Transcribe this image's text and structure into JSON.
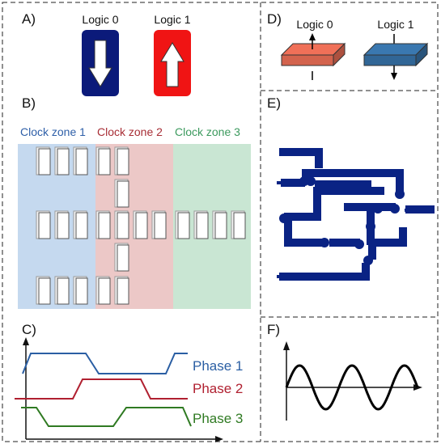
{
  "panels": {
    "a": "A)",
    "b": "B)",
    "c": "C)",
    "d": "D)",
    "e": "E)",
    "f": "F)"
  },
  "panel_a": {
    "logic0_label": "Logic 0",
    "logic1_label": "Logic 1",
    "logic0_color": "#0b1a7a",
    "logic1_color": "#f01414"
  },
  "panel_b": {
    "zones": [
      {
        "label": "Clock zone 1",
        "color": "#2e5fa8",
        "bg": "#c5d9ef"
      },
      {
        "label": "Clock zone 2",
        "color": "#a82e36",
        "bg": "#ecc8c7"
      },
      {
        "label": "Clock zone 3",
        "color": "#3c9a5e",
        "bg": "#c9e6d3"
      }
    ]
  },
  "panel_c": {
    "phases": [
      {
        "label": "Phase 1",
        "color": "#2a5ea3"
      },
      {
        "label": "Phase 2",
        "color": "#b02030"
      },
      {
        "label": "Phase 3",
        "color": "#2f7a22"
      }
    ]
  },
  "panel_d": {
    "logic0_label": "Logic 0",
    "logic1_label": "Logic 1",
    "logic0_color": "#f07058",
    "logic1_color": "#3a78b0"
  },
  "panel_e": {
    "wire_color": "#0a2384"
  }
}
